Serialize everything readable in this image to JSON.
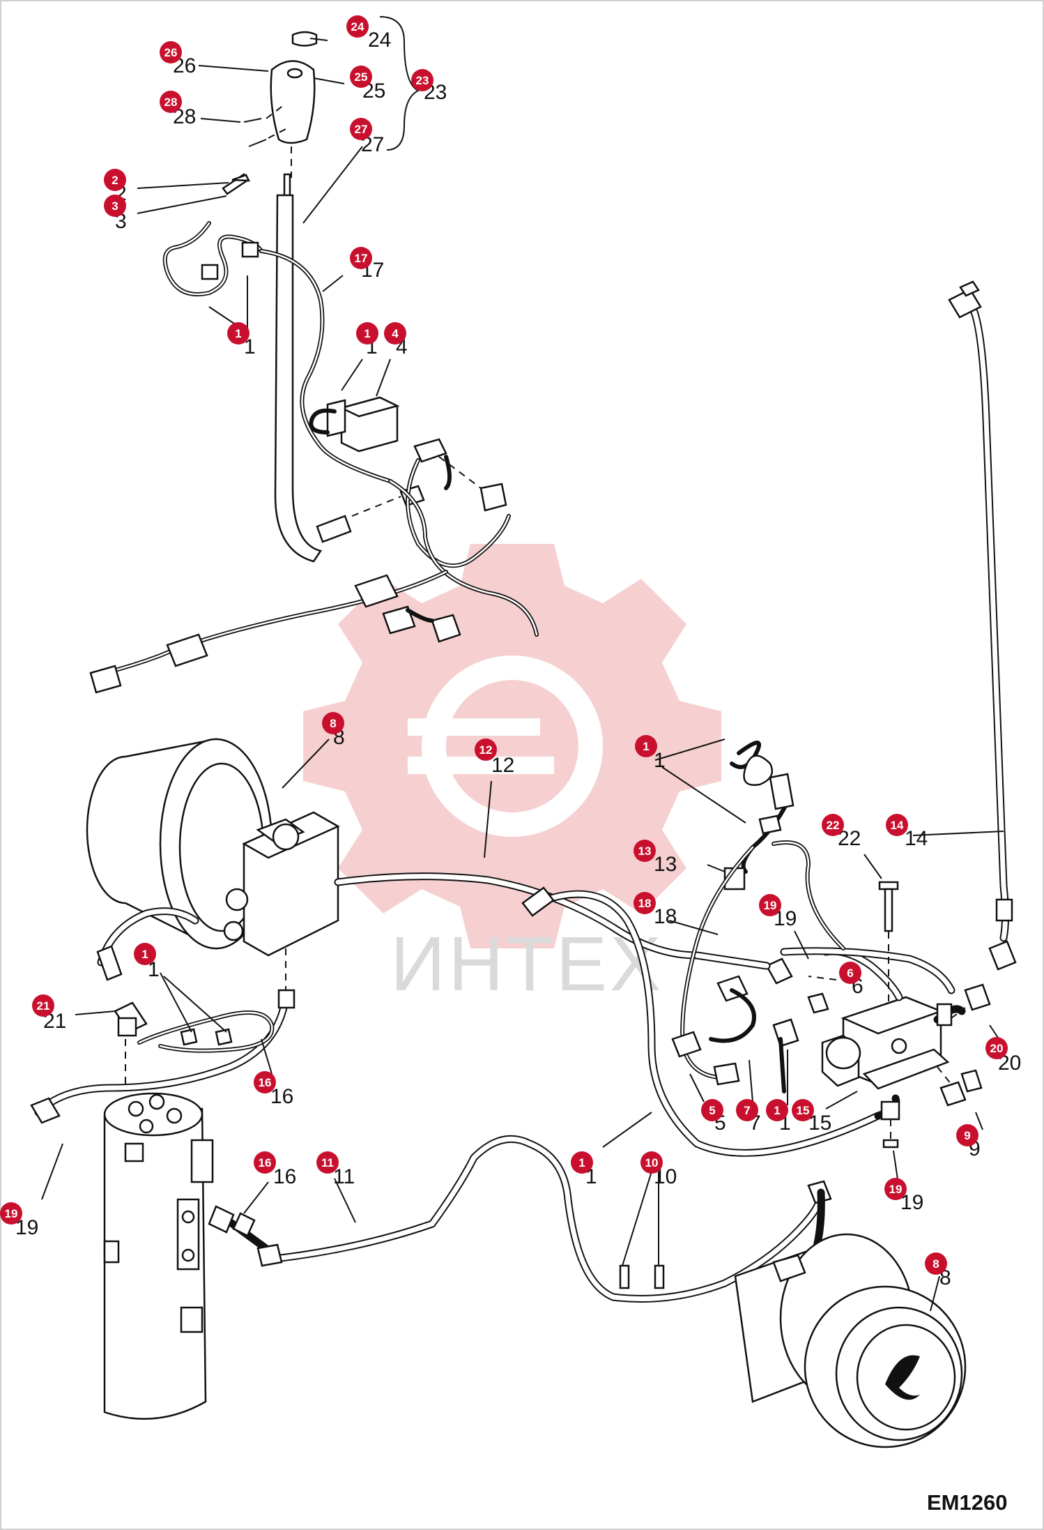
{
  "diagram": {
    "id_label": "EM1260",
    "watermark_text": "ИНТЕХ",
    "colors": {
      "badge": "#c8102e",
      "watermark": "#f3c8c8",
      "ink": "#111111"
    },
    "callouts": [
      {
        "num": "24",
        "label": "24"
      },
      {
        "num": "26",
        "label": "26"
      },
      {
        "num": "25",
        "label": "25"
      },
      {
        "num": "23",
        "label": "23"
      },
      {
        "num": "28",
        "label": "28"
      },
      {
        "num": "27",
        "label": "27"
      },
      {
        "num": "2",
        "label": "2"
      },
      {
        "num": "3",
        "label": "3"
      },
      {
        "num": "17",
        "label": "17"
      },
      {
        "num": "1",
        "label": "1"
      },
      {
        "num": "1",
        "label": "1"
      },
      {
        "num": "4",
        "label": "4"
      },
      {
        "num": "8",
        "label": "8"
      },
      {
        "num": "12",
        "label": "12"
      },
      {
        "num": "1",
        "label": "1"
      },
      {
        "num": "22",
        "label": "22"
      },
      {
        "num": "14",
        "label": "14"
      },
      {
        "num": "13",
        "label": "13"
      },
      {
        "num": "18",
        "label": "18"
      },
      {
        "num": "19",
        "label": "19"
      },
      {
        "num": "6",
        "label": "6"
      },
      {
        "num": "1",
        "label": "1"
      },
      {
        "num": "21",
        "label": "21"
      },
      {
        "num": "16",
        "label": "16"
      },
      {
        "num": "20",
        "label": "20"
      },
      {
        "num": "5",
        "label": "5"
      },
      {
        "num": "7",
        "label": "7"
      },
      {
        "num": "1",
        "label": "1"
      },
      {
        "num": "15",
        "label": "15"
      },
      {
        "num": "9",
        "label": "9"
      },
      {
        "num": "19",
        "label": "19"
      },
      {
        "num": "16",
        "label": "16"
      },
      {
        "num": "11",
        "label": "11"
      },
      {
        "num": "1",
        "label": "1"
      },
      {
        "num": "10",
        "label": "10"
      },
      {
        "num": "19",
        "label": "19"
      },
      {
        "num": "8",
        "label": "8"
      }
    ]
  }
}
